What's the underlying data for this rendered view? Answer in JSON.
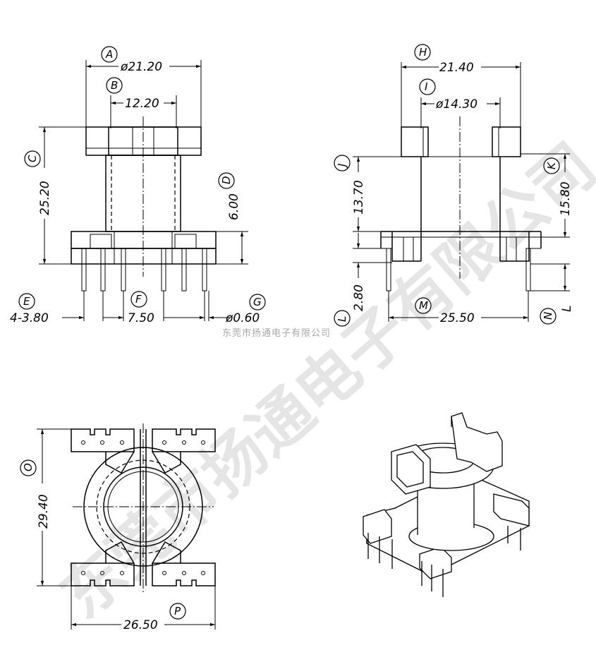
{
  "watermark": "东莞市扬通电子有限公司",
  "company_note": "东莞市扬通电子有限公司",
  "labels": {
    "A": "A",
    "B": "B",
    "C": "C",
    "D": "D",
    "E": "E",
    "F": "F",
    "G": "G",
    "H": "H",
    "I": "I",
    "J": "J",
    "K": "K",
    "L": "L",
    "M": "M",
    "N": "N",
    "O": "O",
    "P": "P"
  },
  "dimensions": {
    "A": "ø21.20",
    "B": "12.20",
    "C": "25.20",
    "D": "6.00",
    "E": "4-3.80",
    "F": "7.50",
    "G": "ø0.60",
    "H": "21.40",
    "I": "ø14.30",
    "J": "13.70",
    "K": "15.80",
    "L": "2.80",
    "L_side": "L",
    "M": "25.50",
    "O": "29.40",
    "P": "26.50"
  },
  "colors": {
    "line": "#000000",
    "watermark": "#d0d0d0",
    "note": "#a8a8a8",
    "background": "#ffffff"
  }
}
